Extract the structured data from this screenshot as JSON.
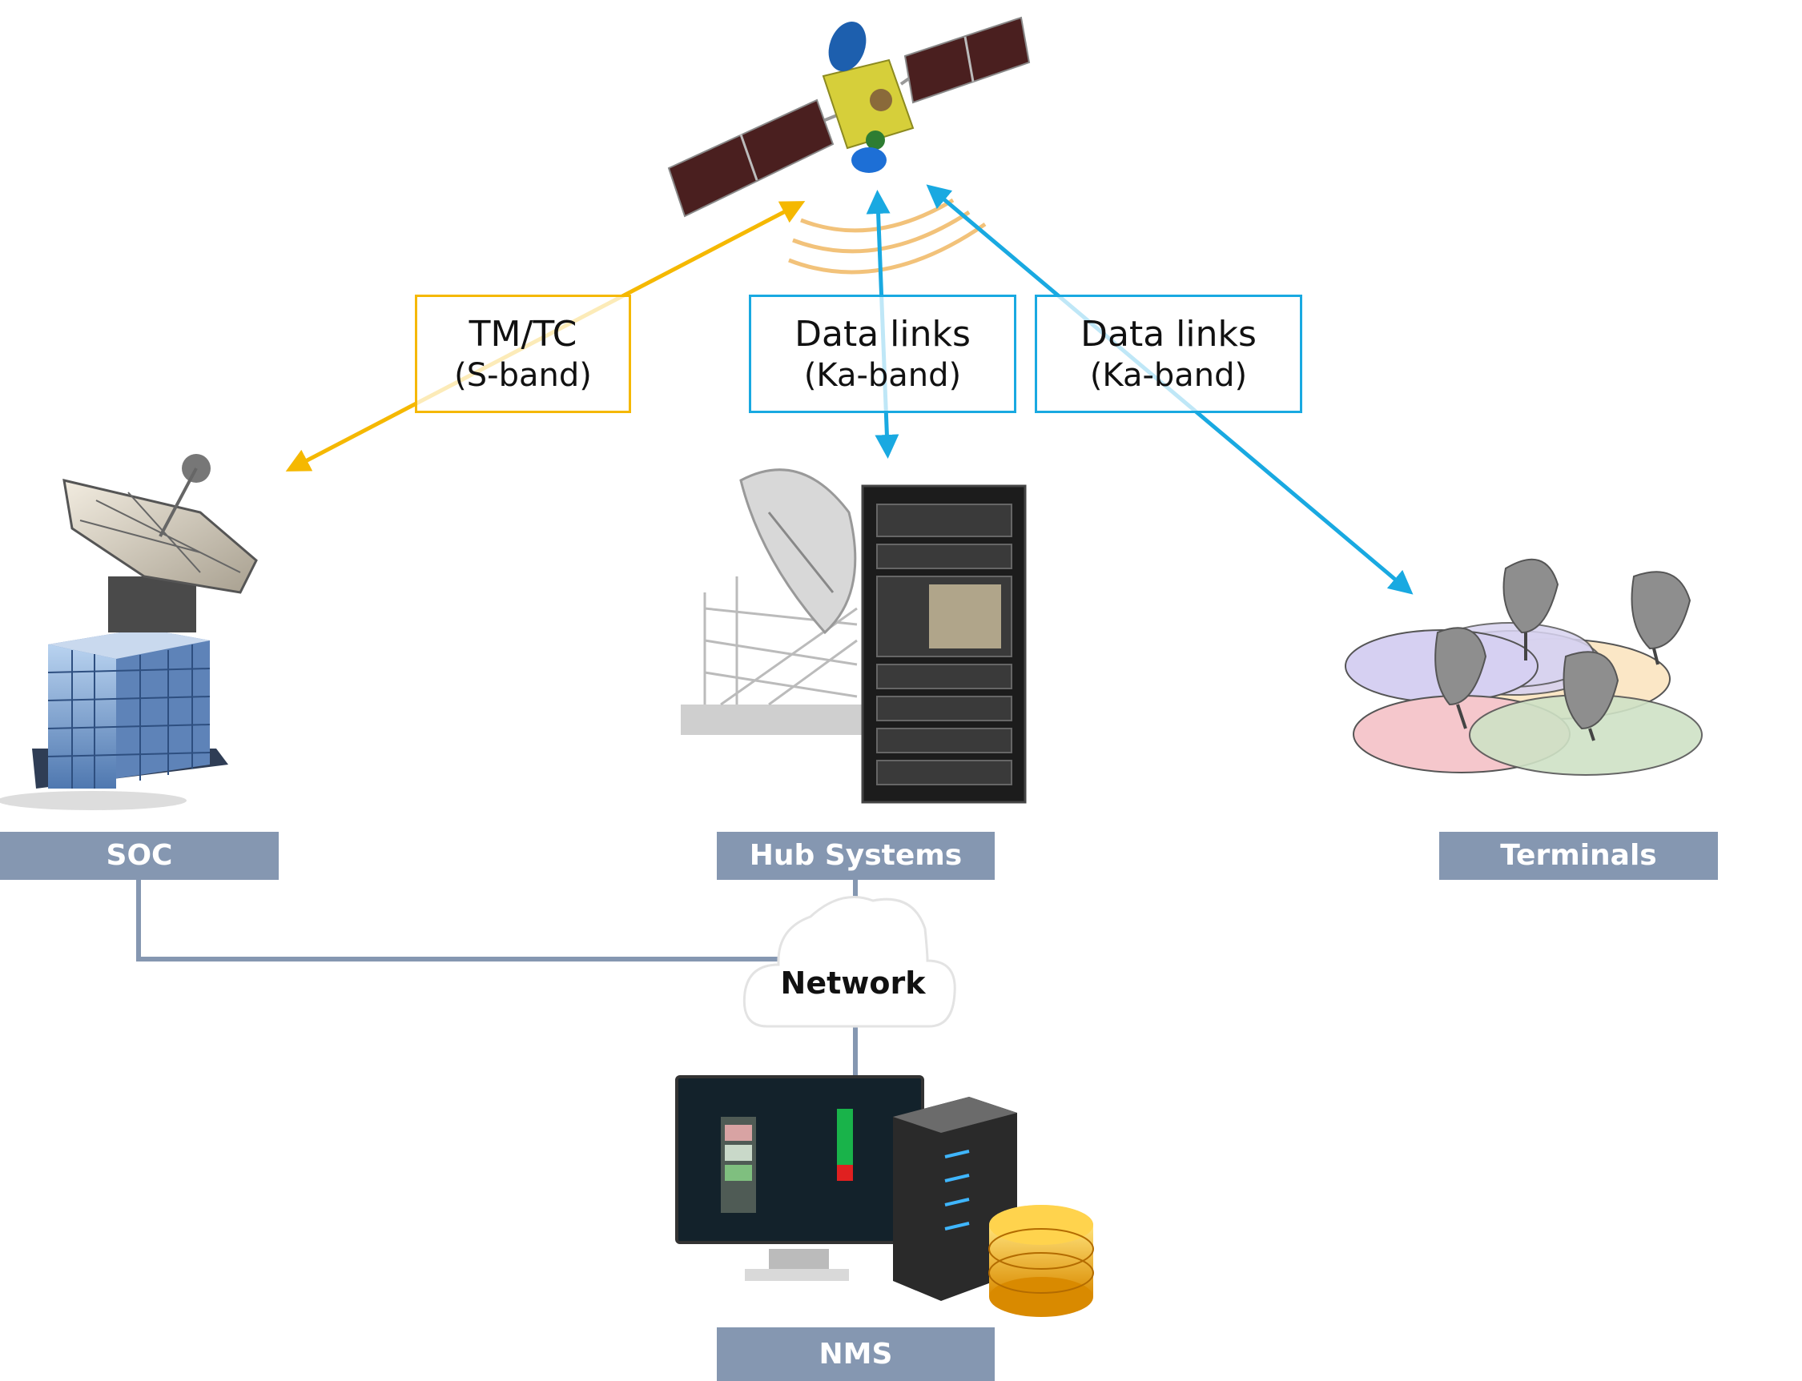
{
  "diagram": {
    "links": [
      {
        "title": "TM/TC",
        "subtitle": "(S-band)",
        "color": "#f5b800"
      },
      {
        "title": "Data links",
        "subtitle": "(Ka-band)",
        "color": "#19a9e1"
      },
      {
        "title": "Data links",
        "subtitle": "(Ka-band)",
        "color": "#19a9e1"
      }
    ],
    "nodes": {
      "soc": "SOC",
      "hub": "Hub Systems",
      "terminals": "Terminals",
      "nms": "NMS",
      "network": "Network"
    },
    "colors": {
      "node_label_bg": "#8597b1",
      "connector": "#8597b1",
      "stlink": "#f5b800",
      "kalink": "#19a9e1"
    },
    "icons": [
      "satellite-icon",
      "soc-building-dish-icon",
      "hub-dish-rack-icon",
      "terminal-dishes-icon",
      "cloud-icon",
      "nms-workstation-icon"
    ]
  }
}
